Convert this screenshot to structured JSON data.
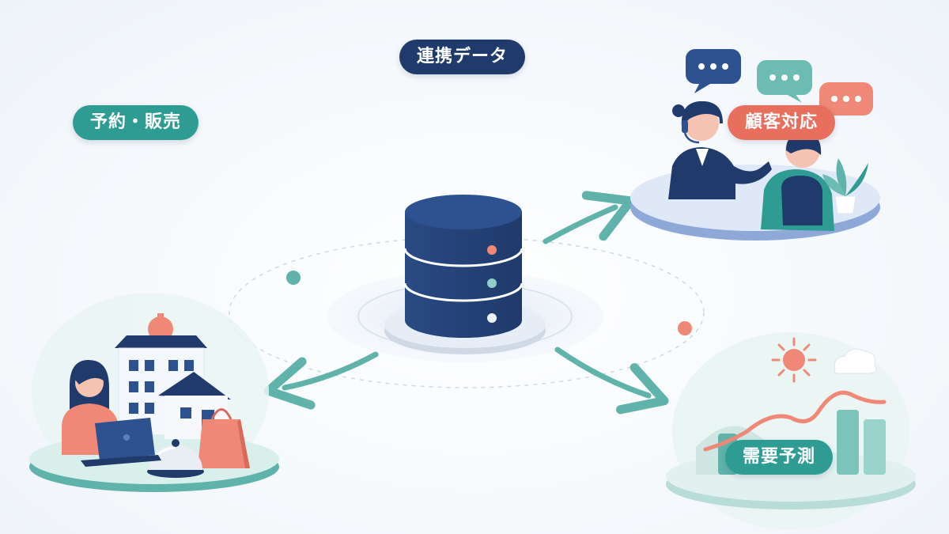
{
  "labels": {
    "central": "連携データ",
    "booking": "予約・販売",
    "support": "顧客対応",
    "forecast": "需要予測"
  },
  "colors": {
    "navy": "#1f3a6b",
    "teal": "#2f9c94",
    "coral": "#e86e5e",
    "arrow": "#5fb3aa"
  },
  "icons": [
    "database-icon",
    "hotel-building-icon",
    "house-icon",
    "shopping-bag-icon",
    "service-bell-icon",
    "laptop-icon",
    "person-icon",
    "headset-agent-icon",
    "chat-bubble-icon",
    "plant-icon",
    "sun-icon",
    "cloud-icon",
    "trend-line-icon"
  ]
}
